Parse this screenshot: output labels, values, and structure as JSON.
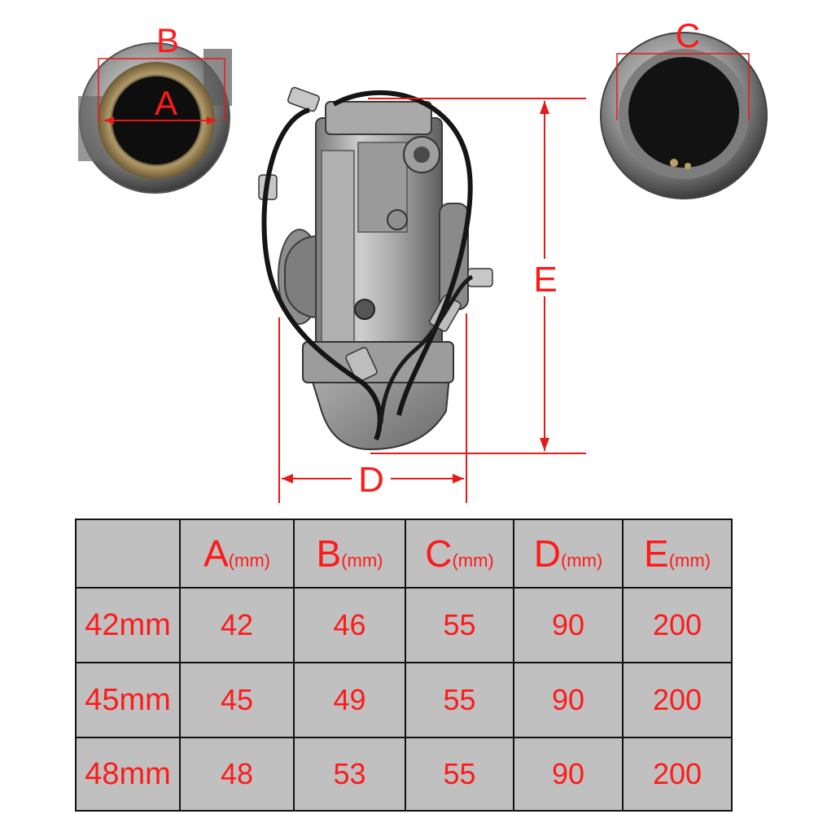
{
  "diagram": {
    "labels": {
      "a": "A",
      "b": "B",
      "c": "C",
      "d": "D",
      "e": "E"
    },
    "accent_color": "#ff1a1a"
  },
  "table": {
    "headers": [
      {
        "letter": "A",
        "unit": "(mm)"
      },
      {
        "letter": "B",
        "unit": "(mm)"
      },
      {
        "letter": "C",
        "unit": "(mm)"
      },
      {
        "letter": "D",
        "unit": "(mm)"
      },
      {
        "letter": "E",
        "unit": "(mm)"
      }
    ],
    "rows": [
      {
        "label": "42mm",
        "values": [
          "42",
          "46",
          "55",
          "90",
          "200"
        ]
      },
      {
        "label": "45mm",
        "values": [
          "45",
          "49",
          "55",
          "90",
          "200"
        ]
      },
      {
        "label": "48mm",
        "values": [
          "48",
          "53",
          "55",
          "90",
          "200"
        ]
      }
    ]
  }
}
